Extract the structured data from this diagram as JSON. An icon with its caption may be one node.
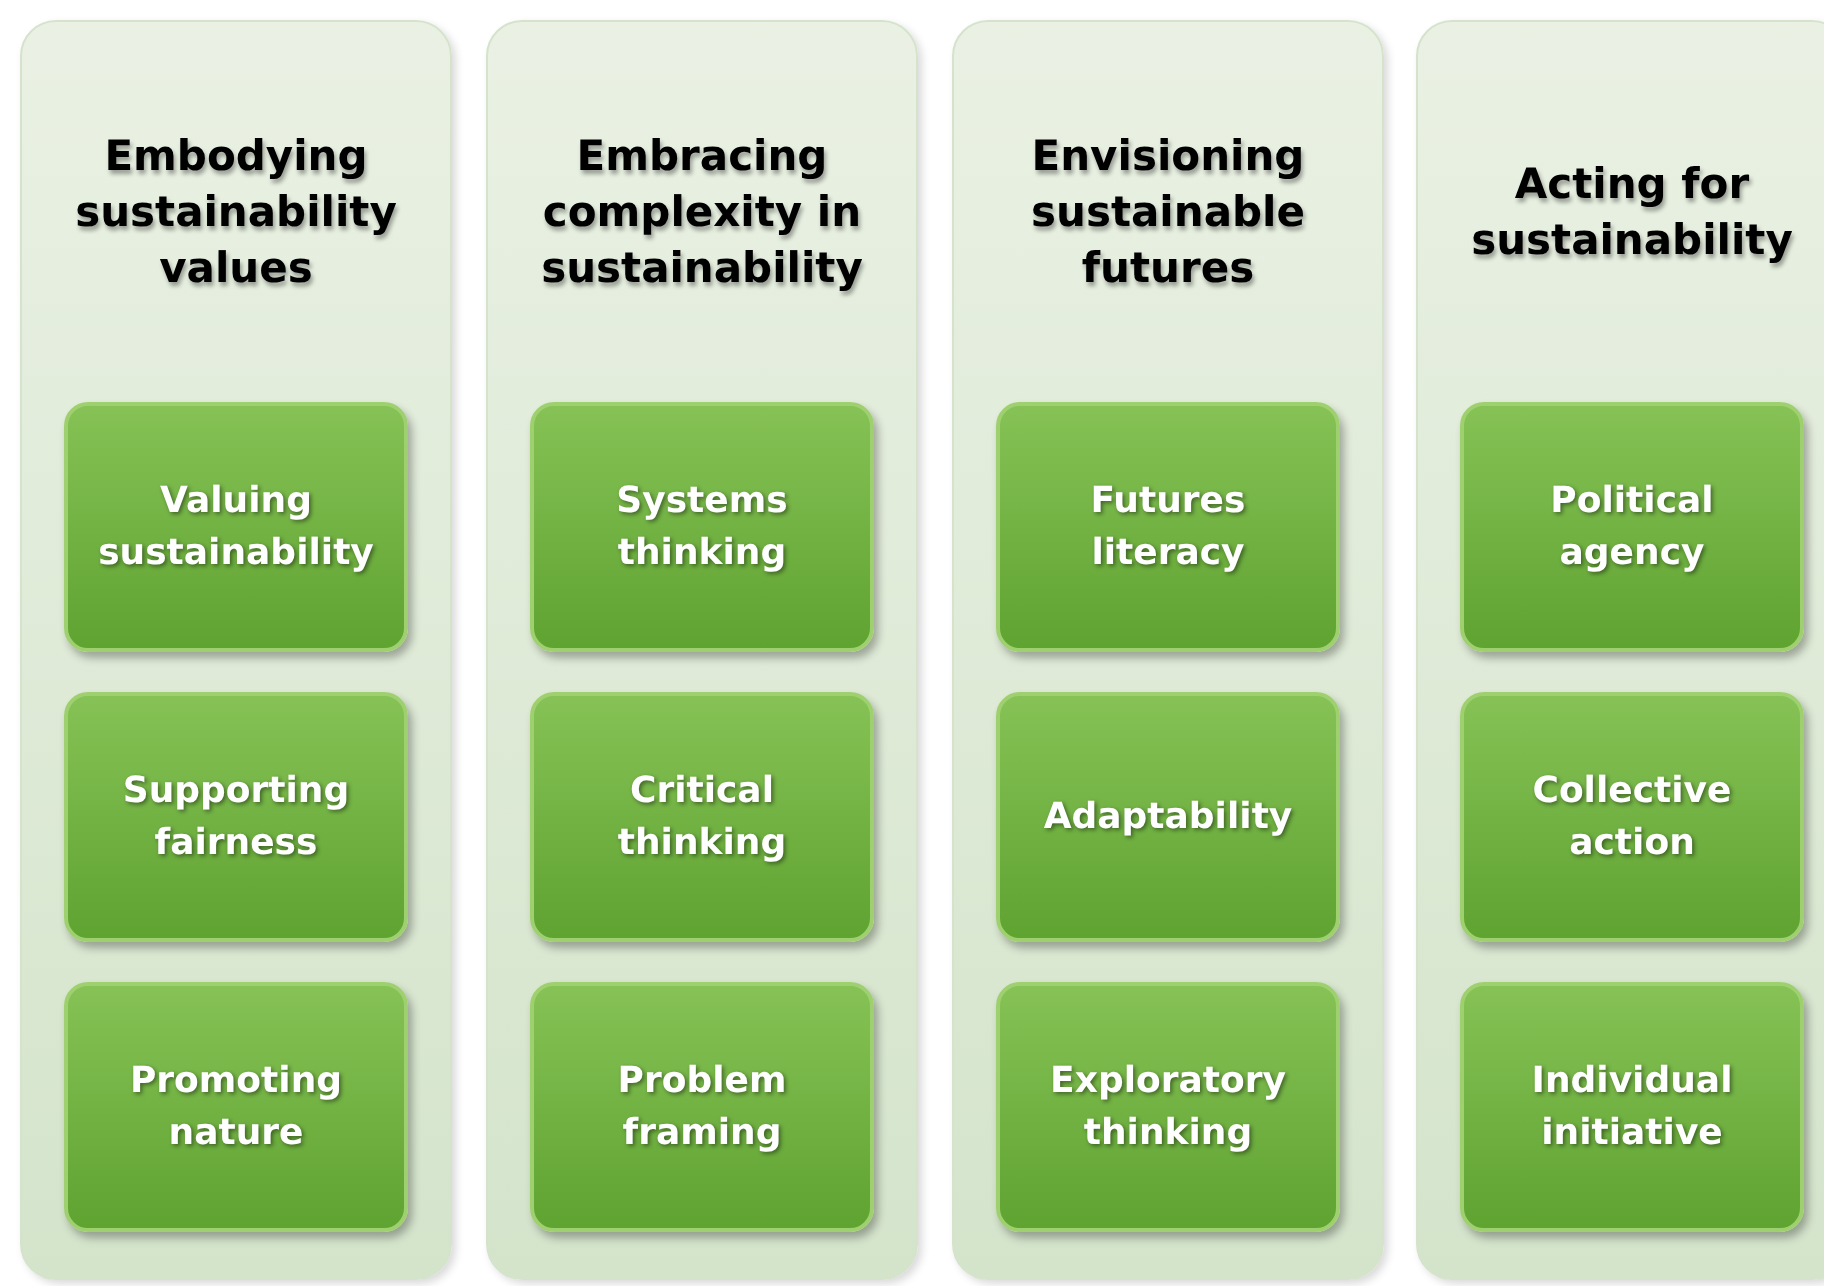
{
  "diagram": {
    "nodes": [
      {
        "text": [
          "Embodying sustainability values"
        ]
      },
      {
        "text": [
          "Valuing sustainability"
        ],
        "in": 0
      },
      {
        "text": [
          "Supporting fairness"
        ],
        "in": 0
      },
      {
        "text": [
          "Promoting nature"
        ],
        "in": 0
      },
      {
        "text": [
          "Embracing complexity in sustainability"
        ]
      },
      {
        "text": [
          "Systems thinking"
        ],
        "in": 4
      },
      {
        "text": [
          "Critical thinking"
        ],
        "in": 4
      },
      {
        "text": [
          "Problem framing"
        ],
        "in": 4
      },
      {
        "text": [
          "Envisioning sustainable futures"
        ]
      },
      {
        "text": [
          "Futures literacy"
        ],
        "in": 8
      },
      {
        "text": [
          "Adaptability"
        ],
        "in": 8
      },
      {
        "text": [
          "Exploratory thinking"
        ],
        "in": 8
      },
      {
        "text": [
          "Acting for sustainability"
        ]
      },
      {
        "text": [
          "Political agency"
        ],
        "in": 12
      },
      {
        "text": [
          "Collective action"
        ],
        "in": 12
      },
      {
        "text": [
          "Individual initiative"
        ],
        "in": 12
      }
    ]
  }
}
